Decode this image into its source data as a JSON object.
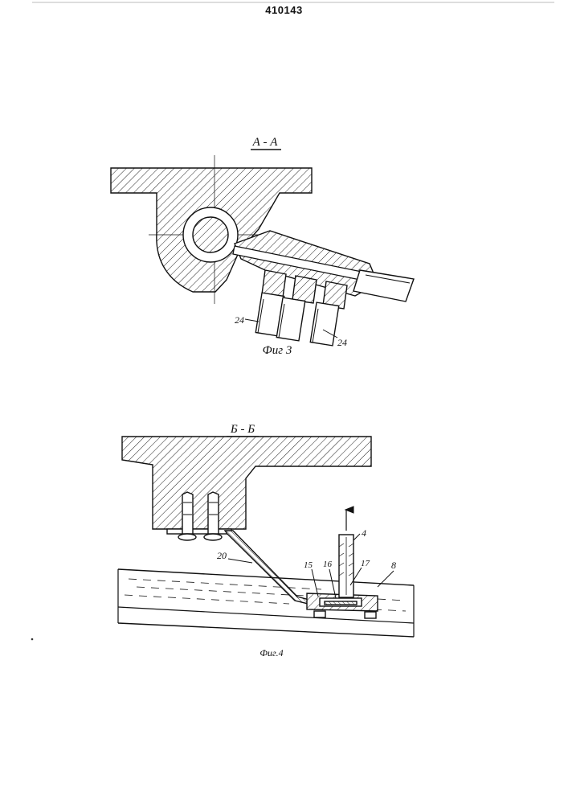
{
  "page_number": "410143",
  "figure3": {
    "section_label": "А - А",
    "caption": "Фиг 3",
    "callouts": [
      "24",
      "24"
    ]
  },
  "figure4": {
    "section_label": "Б - Б",
    "caption": "Фиг.4",
    "callouts": [
      "20",
      "15",
      "16",
      "17",
      "4",
      "8"
    ]
  }
}
